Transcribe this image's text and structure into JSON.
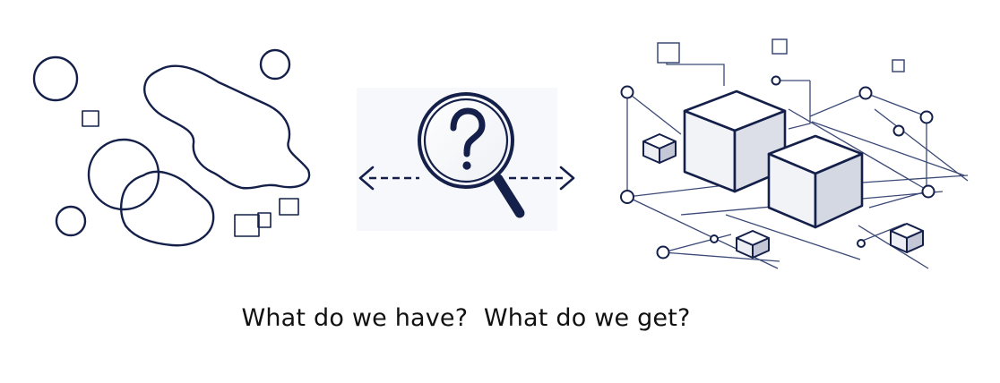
{
  "caption": "What do we have?  What do we get?",
  "colors": {
    "ink": "#14204a",
    "line": "#3c4a78",
    "face_light": "#f2f3f7",
    "face_mid": "#dcdfe8",
    "face_dark": "#c4c8d6",
    "background": "#ffffff"
  },
  "icons": {
    "left": "unstructured-blobs",
    "center": "magnifying-glass-question-icon",
    "right": "structured-cube-network"
  }
}
